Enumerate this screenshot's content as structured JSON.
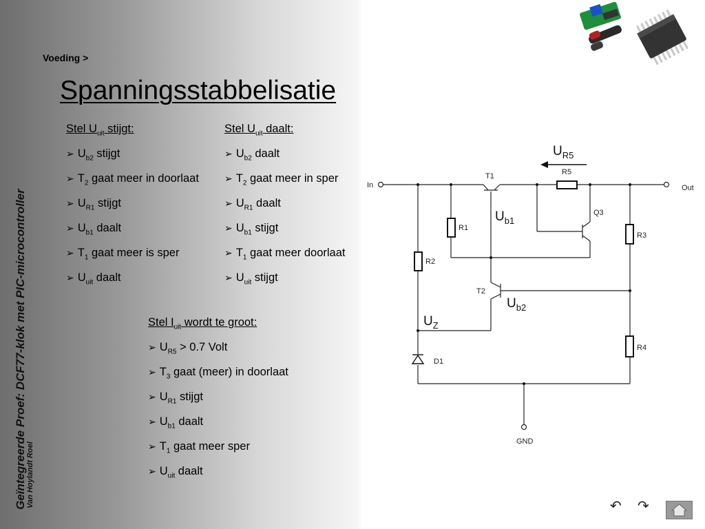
{
  "sidebar": {
    "main_title": "Geïntegreerde Proef: DCF77-klok met PIC-microcontroller",
    "author": "Van Hoylandt Roel"
  },
  "breadcrumb": "Voeding >",
  "title": "Spanningsstabbelisatie",
  "colA": {
    "heading": {
      "pre": "Stel U",
      "sub": "uit",
      "post": " stijgt:"
    },
    "items": [
      {
        "pre": "U",
        "sub": "b2",
        "post": " stijgt"
      },
      {
        "pre": "T",
        "sub": "2",
        "post": " gaat meer in doorlaat"
      },
      {
        "pre": "U",
        "sub": "R1",
        "post": " stijgt"
      },
      {
        "pre": "U",
        "sub": "b1",
        "post": " daalt"
      },
      {
        "pre": "T",
        "sub": "1",
        "post": " gaat meer is sper"
      },
      {
        "pre": "U",
        "sub": "uit",
        "post": " daalt"
      }
    ]
  },
  "colB": {
    "heading": {
      "pre": "Stel U",
      "sub": "uit",
      "post": " daalt:"
    },
    "items": [
      {
        "pre": "U",
        "sub": "b2",
        "post": " daalt"
      },
      {
        "pre": "T",
        "sub": "2",
        "post": " gaat meer in sper"
      },
      {
        "pre": "U",
        "sub": "R1",
        "post": " daalt"
      },
      {
        "pre": "U",
        "sub": "b1",
        "post": " stijgt"
      },
      {
        "pre": "T",
        "sub": "1",
        "post": " gaat meer doorlaat"
      },
      {
        "pre": "U",
        "sub": "uit",
        "post": " stijgt"
      }
    ]
  },
  "colC": {
    "heading": {
      "pre": "Stel I",
      "sub": "uit",
      "post": " wordt te groot:"
    },
    "items": [
      {
        "pre": "U",
        "sub": "R5",
        "post": " > 0.7 Volt"
      },
      {
        "pre": "T",
        "sub": "3",
        "post": " gaat (meer) in doorlaat"
      },
      {
        "pre": "U",
        "sub": "R1",
        "post": " stijgt"
      },
      {
        "pre": "U",
        "sub": "b1",
        "post": " daalt"
      },
      {
        "pre": "T",
        "sub": "1",
        "post": " gaat meer sper"
      },
      {
        "pre": "U",
        "sub": "uit",
        "post": " daalt"
      }
    ]
  },
  "circuit": {
    "in": "In",
    "out": "Out",
    "gnd": "GND",
    "t1": "T1",
    "t2": "T2",
    "q3": "Q3",
    "d1": "D1",
    "r1": "R1",
    "r2": "R2",
    "r3": "R3",
    "r4": "R4",
    "r5": "R5",
    "ur5": {
      "main": "U",
      "sub": "R5"
    },
    "ub1": {
      "main": "U",
      "sub": "b1"
    },
    "ub2": {
      "main": "U",
      "sub": "b2"
    },
    "uz": {
      "main": "U",
      "sub": "Z"
    }
  },
  "nav": {
    "prev": "↶",
    "next": "↷"
  },
  "icons": {
    "bullet": "arrowhead-bullet-icon",
    "home": "home-icon"
  }
}
